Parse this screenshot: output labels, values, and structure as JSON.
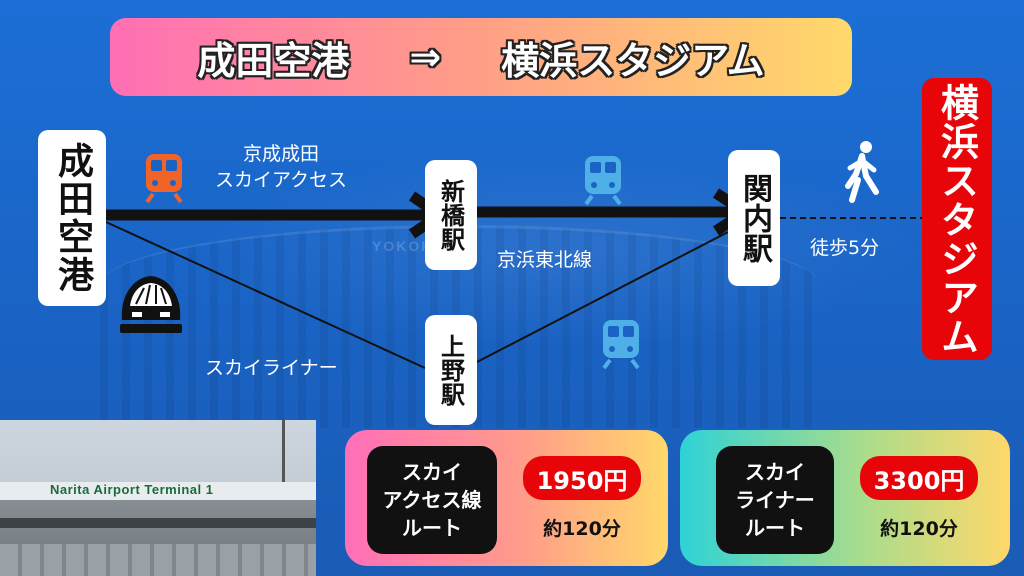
{
  "title": {
    "from": "成田空港",
    "arrow": "⇒",
    "to": "横浜スタジアム"
  },
  "stations": {
    "airport": "成田空港",
    "shinbashi": "新橋駅",
    "ueno": "上野駅",
    "kannai": "関内駅",
    "stadium": "横浜スタジアム"
  },
  "labels": {
    "keisei_line": "京成成田\nスカイアクセス",
    "keihin_line": "京浜東北線",
    "skyliner": "スカイライナー",
    "walk": "徒歩5分"
  },
  "photo": {
    "sign": "Narita  Airport  Terminal  1"
  },
  "routes": [
    {
      "name": "スカイ\nアクセス線\nルート",
      "price": "1950円",
      "time": "約120分"
    },
    {
      "name": "スカイ\nライナー\nルート",
      "price": "3300円",
      "time": "約120分"
    }
  ],
  "colors": {
    "background": "#1f6fd0",
    "accent_red": "#e8050a",
    "train_orange": "#f0642a",
    "train_blue": "#4fb0e8"
  },
  "icons": [
    "train-icon",
    "skyliner-train-icon",
    "walking-person-icon"
  ]
}
